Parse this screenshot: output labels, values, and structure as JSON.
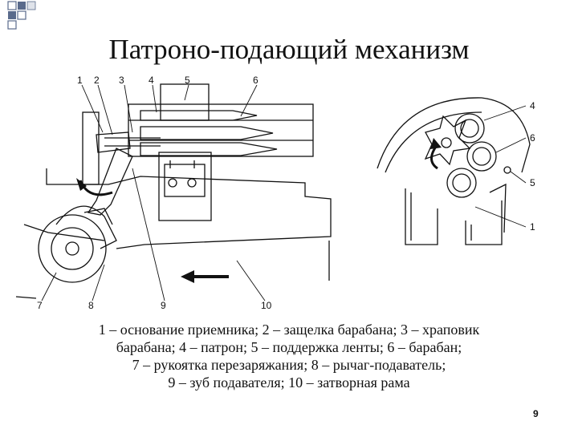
{
  "slide": {
    "title": "Патроно-подающий механизм",
    "page_number": "9",
    "accent_colors": {
      "square_dark": "#5a6b8c",
      "square_light": "#dfe3ea"
    }
  },
  "diagram": {
    "callouts_left": [
      "1",
      "2",
      "3",
      "4",
      "5",
      "6",
      "7",
      "8",
      "9",
      "10"
    ],
    "callouts_right": [
      "4",
      "6",
      "5",
      "1"
    ]
  },
  "legend": {
    "lines": [
      "1 – основание приемника; 2 – защелка барабана; 3 – храповик",
      "барабана; 4 – патрон; 5 – поддержка ленты; 6 – барабан;",
      "7 – рукоятка перезаряжания; 8 – рычаг-подаватель;",
      "9 – зуб подавателя; 10 – затворная рама"
    ]
  }
}
